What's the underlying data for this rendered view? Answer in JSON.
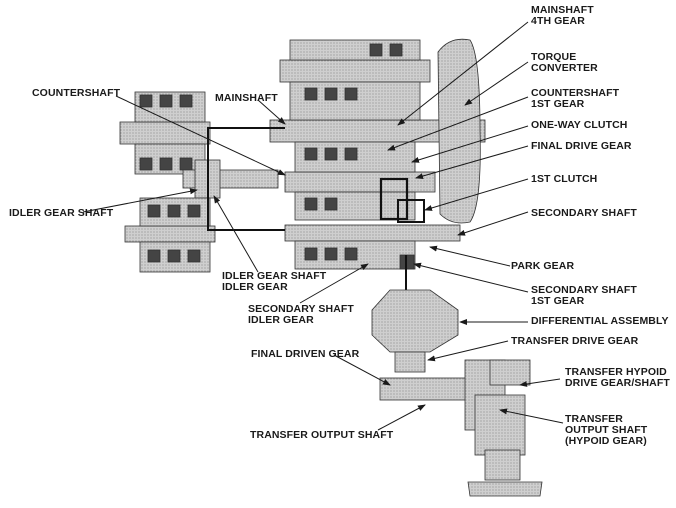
{
  "labels": {
    "mainshaft_4th_gear": [
      "MAINSHAFT",
      "4TH GEAR"
    ],
    "torque_converter": [
      "TORQUE",
      "CONVERTER"
    ],
    "countershaft_left": "COUNTERSHAFT",
    "mainshaft": "MAINSHAFT",
    "countershaft_1st_gear": [
      "COUNTERSHAFT",
      "1ST GEAR"
    ],
    "one_way_clutch": "ONE-WAY CLUTCH",
    "final_drive_gear": "FINAL DRIVE GEAR",
    "first_clutch": "1ST CLUTCH",
    "idler_gear_shaft": "IDLER GEAR SHAFT",
    "secondary_shaft": "SECONDARY SHAFT",
    "park_gear": "PARK GEAR",
    "idler_gear_shaft_idler_gear": [
      "IDLER GEAR SHAFT",
      "IDLER GEAR"
    ],
    "secondary_shaft_1st_gear": [
      "SECONDARY SHAFT",
      "1ST GEAR"
    ],
    "secondary_shaft_idler_gear": [
      "SECONDARY SHAFT",
      "IDLER GEAR"
    ],
    "differential_assembly": "DIFFERENTIAL ASSEMBLY",
    "final_driven_gear": "FINAL DRIVEN GEAR",
    "transfer_drive_gear": "TRANSFER DRIVE GEAR",
    "transfer_hypoid_drive_gear_shaft": [
      "TRANSFER HYPOID",
      "DRIVE GEAR/SHAFT"
    ],
    "transfer_output_shaft_hypoid": [
      "TRANSFER",
      "OUTPUT SHAFT",
      "(HYPOID GEAR)"
    ],
    "transfer_output_shaft": "TRANSFER OUTPUT SHAFT"
  }
}
